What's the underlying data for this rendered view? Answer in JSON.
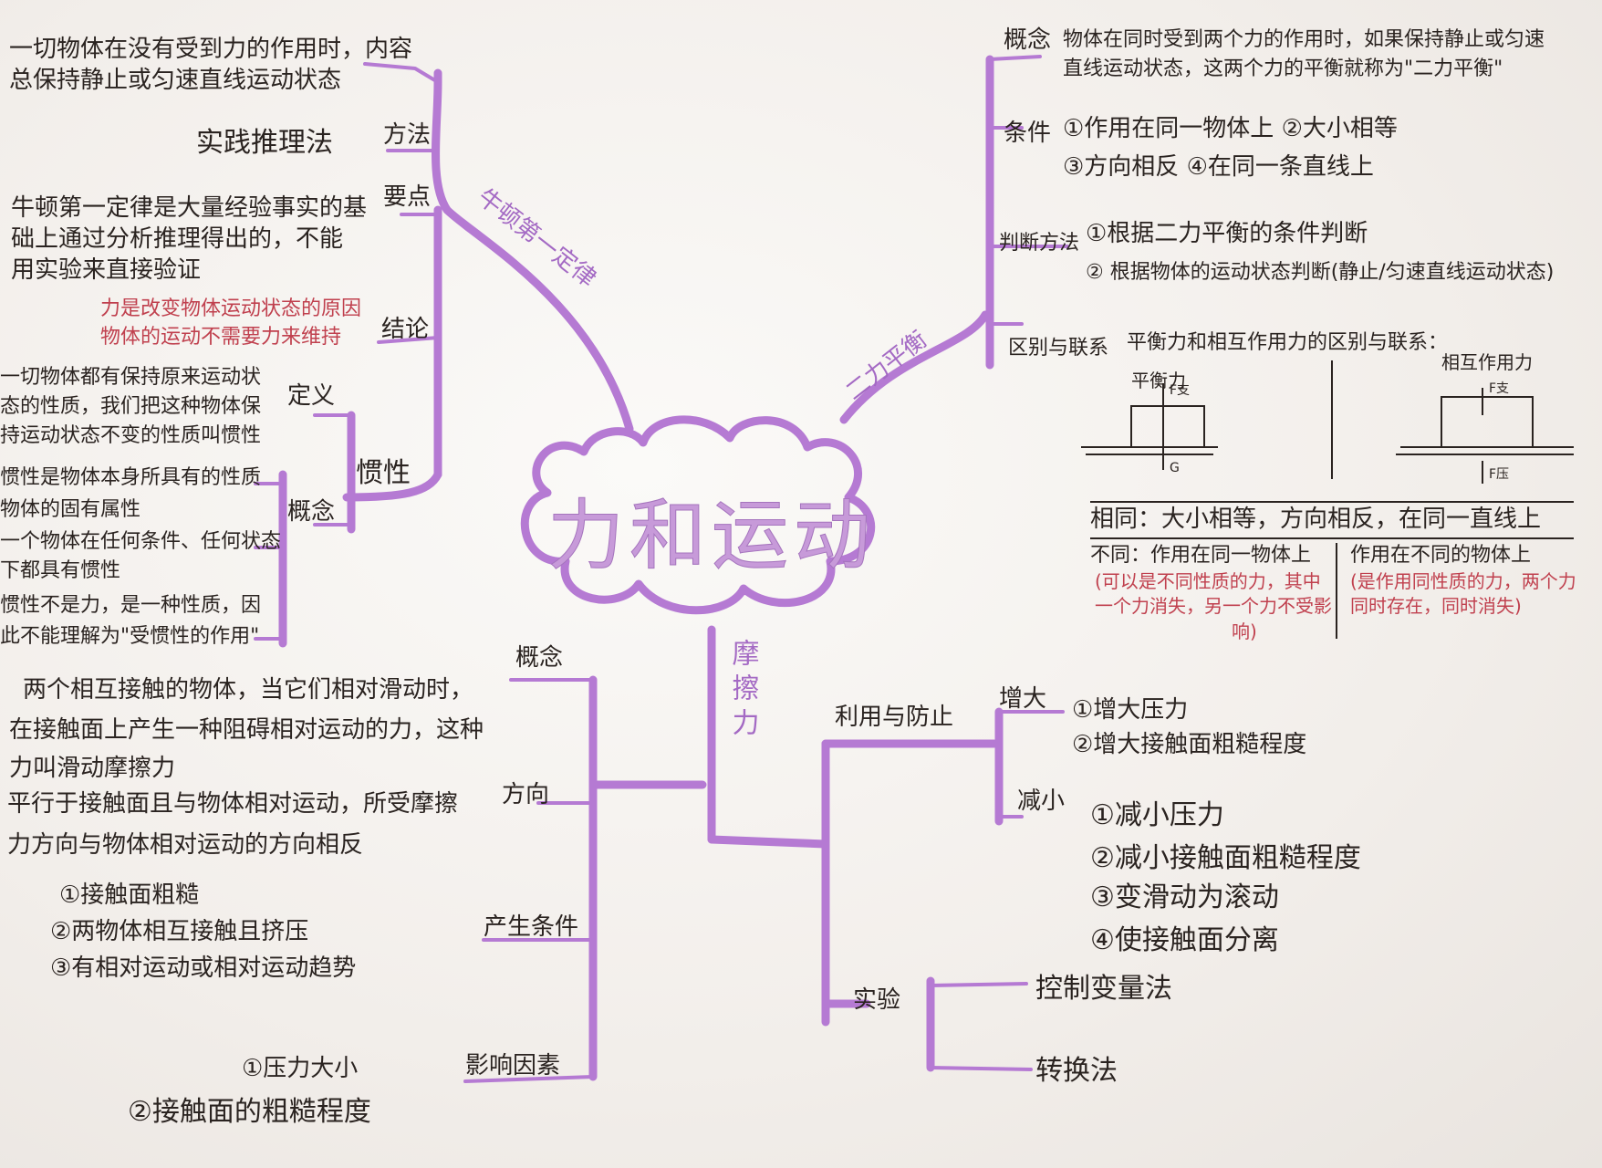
{
  "center": {
    "title": "力和运动"
  },
  "branches": {
    "newton": {
      "label": "牛顿第一定律",
      "content_label": "内容",
      "content": [
        "一切物体在没有受到力的作用时，",
        "总保持静止或匀速直线运动状态"
      ],
      "method_label": "方法",
      "method": "实践推理法",
      "points_label": "要点",
      "points": [
        "牛顿第一定律是大量经验事实的基",
        "础上通过分析推理得出的，不能",
        "用实验来直接验证"
      ],
      "conclusion_label": "结论",
      "conclusion": [
        "力是改变物体运动状态的原因",
        "物体的运动不需要力来维持"
      ]
    },
    "inertia": {
      "label": "惯性",
      "definition_label": "定义",
      "definition": [
        "一切物体都有保持原来运动状",
        "态的性质，我们把这种物体保",
        "持运动状态不变的性质叫惯性"
      ],
      "concept_label": "概念",
      "concept": [
        "惯性是物体本身所具有的性质",
        "物体的固有属性",
        "一个物体在任何条件、任何状态",
        "下都具有惯性",
        "惯性不是力，是一种性质，因",
        "此不能理解为\"受惯性的作用\""
      ]
    },
    "balance": {
      "label": "二力平衡",
      "concept_label": "概念",
      "concept": [
        "物体在同时受到两个力的作用时，如果保持静止或匀速",
        "直线运动状态，这两个力的平衡就称为\"二力平衡\""
      ],
      "conditions_label": "条件",
      "conditions": [
        "①作用在同一物体上 ②大小相等",
        "③方向相反   ④在同一条直线上"
      ],
      "judge_label": "判断方法",
      "judge": [
        "①根据二力平衡的条件判断",
        "② 根据物体的运动状态判断(静止/匀速直线运动状态)"
      ],
      "relation_label": "区别与联系",
      "relation": "平衡力和相互作用力的区别与联系：",
      "balance_force": "平衡力",
      "interaction_force": "相互作用力",
      "force_labels": {
        "f_up": "F支",
        "g": "G",
        "f_press": "F压",
        "f_sup2": "F支"
      },
      "same": "相同：大小相等，方向相反，在同一直线上",
      "diff_left": "不同：作用在同一物体上",
      "diff_left_note": [
        "(可以是不同性质的力，其中",
        "一个力消失，另一个力不受影",
        "响)"
      ],
      "diff_right": "作用在不同的物体上",
      "diff_right_note": [
        "(是作用同性质的力，两个力",
        "同时存在，同时消失)"
      ]
    },
    "friction": {
      "label": "摩擦力",
      "concept_label": "概念",
      "concept": [
        "两个相互接触的物体，当它们相对滑动时，",
        "在接触面上产生一种阻碍相对运动的力，这种",
        "力叫滑动摩擦力"
      ],
      "direction_label": "方向",
      "direction": [
        "平行于接触面且与物体相对运动，所受摩擦",
        "力方向与物体相对运动的方向相反"
      ],
      "produce_label": "产生条件",
      "produce": [
        "①接触面粗糙",
        "②两物体相互接触且挤压",
        "③有相对运动或相对运动趋势"
      ],
      "factors_label": "影响因素",
      "factors": [
        "①压力大小",
        "②接触面的粗糙程度"
      ],
      "use_label": "利用与防止",
      "increase_label": "增大",
      "increase": [
        "①增大压力",
        "②增大接触面粗糙程度"
      ],
      "decrease_label": "减小",
      "decrease": [
        "①减小压力",
        "②减小接触面粗糙程度",
        "③变滑动为滚动",
        "④使接触面分离"
      ],
      "experiment_label": "实验",
      "experiment": [
        "控制变量法",
        "转换法"
      ]
    }
  },
  "colors": {
    "branch": "#b57ad3",
    "branch_dark": "#9a5cbc",
    "text": "#2a2320",
    "red": "#c0404e",
    "cloud": "#c79ad9"
  }
}
